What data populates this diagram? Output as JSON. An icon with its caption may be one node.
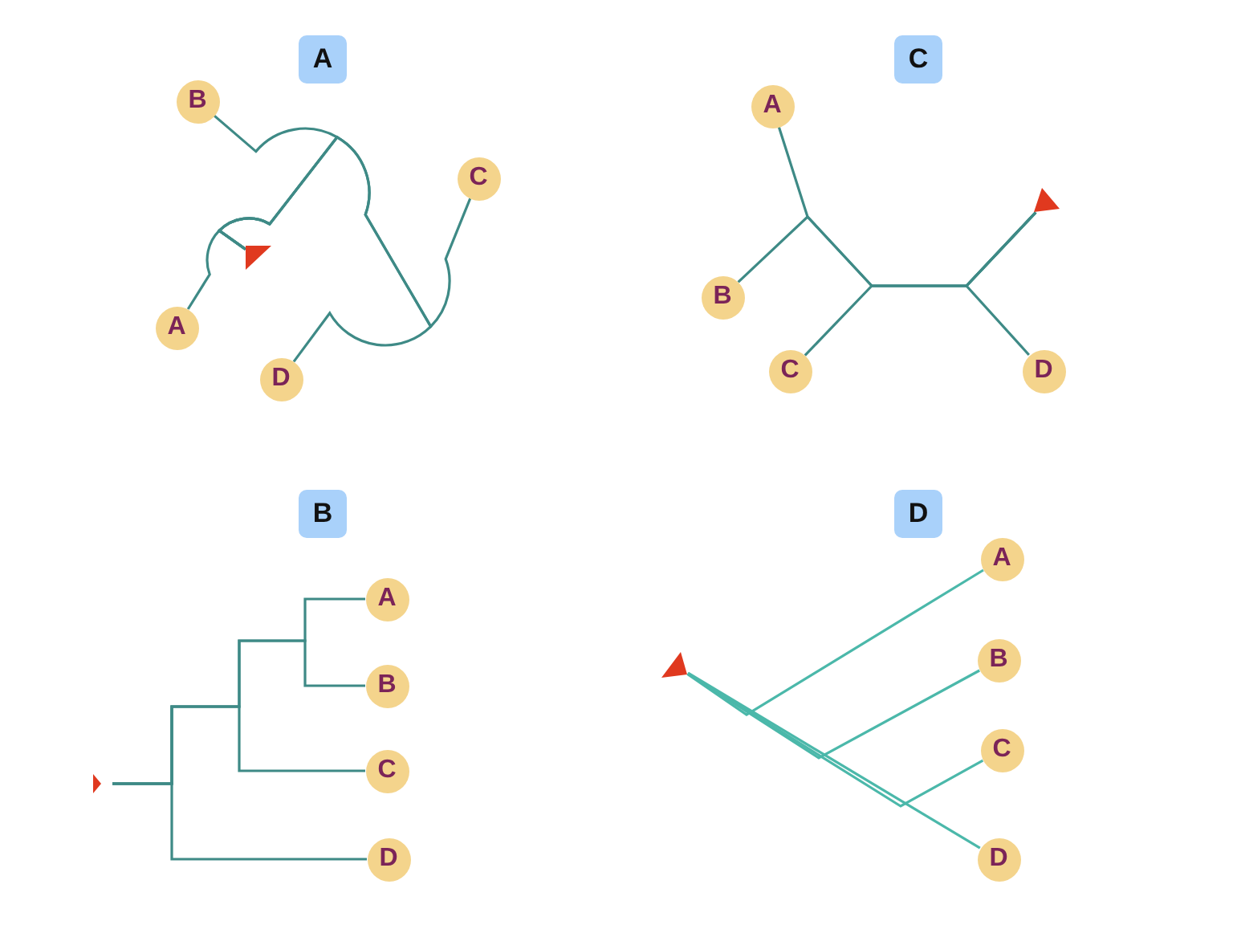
{
  "diagram": {
    "nodes": [
      {
        "text": [
          "A"
        ]
      },
      {
        "text": [
          "B"
        ]
      },
      {
        "text": [
          "C"
        ]
      },
      {
        "text": [],
        "shape": "triangle"
      },
      {
        "text": [
          "A"
        ]
      },
      {
        "text": [
          "D"
        ]
      },
      {
        "text": [
          "C"
        ]
      },
      {
        "text": [
          "A"
        ]
      },
      {
        "text": [],
        "shape": "triangle"
      },
      {
        "text": [
          "B"
        ]
      },
      {
        "text": [
          "C"
        ]
      },
      {
        "text": [
          "D"
        ]
      },
      {
        "text": [
          "B"
        ]
      },
      {
        "text": [
          "A"
        ]
      },
      {
        "text": [
          "B"
        ]
      },
      {
        "text": [],
        "shape": "triangle"
      },
      {
        "text": [
          "C"
        ]
      },
      {
        "text": [
          "D"
        ]
      },
      {
        "text": [
          "D"
        ]
      },
      {
        "text": [
          "A"
        ]
      },
      {
        "text": [],
        "shape": "triangle"
      },
      {
        "text": [
          "B"
        ]
      },
      {
        "text": [
          "C"
        ]
      },
      {
        "text": [
          "D"
        ]
      }
    ],
    "edges": [
      {
        "from": 3,
        "to": 4,
        "arrow": "none"
      },
      {
        "from": 3,
        "to": 1,
        "arrow": "none"
      },
      {
        "from": 3,
        "to": 2,
        "arrow": "none"
      },
      {
        "from": 3,
        "to": 5,
        "arrow": "none"
      },
      {
        "from": 8,
        "to": 7,
        "arrow": "none"
      },
      {
        "from": 8,
        "to": 9,
        "arrow": "none"
      },
      {
        "from": 8,
        "to": 10,
        "arrow": "none"
      },
      {
        "from": 8,
        "to": 11,
        "arrow": "none"
      },
      {
        "from": 15,
        "to": 13,
        "arrow": "none"
      },
      {
        "from": 15,
        "to": 14,
        "arrow": "none"
      },
      {
        "from": 15,
        "to": 16,
        "arrow": "none"
      },
      {
        "from": 15,
        "to": 17,
        "arrow": "none"
      },
      {
        "from": 20,
        "to": 19,
        "arrow": "none",
        "color": "#4bb8aa"
      },
      {
        "from": 20,
        "to": 21,
        "arrow": "none",
        "color": "#4bb8aa"
      },
      {
        "from": 20,
        "to": 22,
        "arrow": "none",
        "color": "#4bb8aa"
      },
      {
        "from": 20,
        "to": 23,
        "arrow": "none",
        "color": "#4bb8aa"
      }
    ]
  }
}
